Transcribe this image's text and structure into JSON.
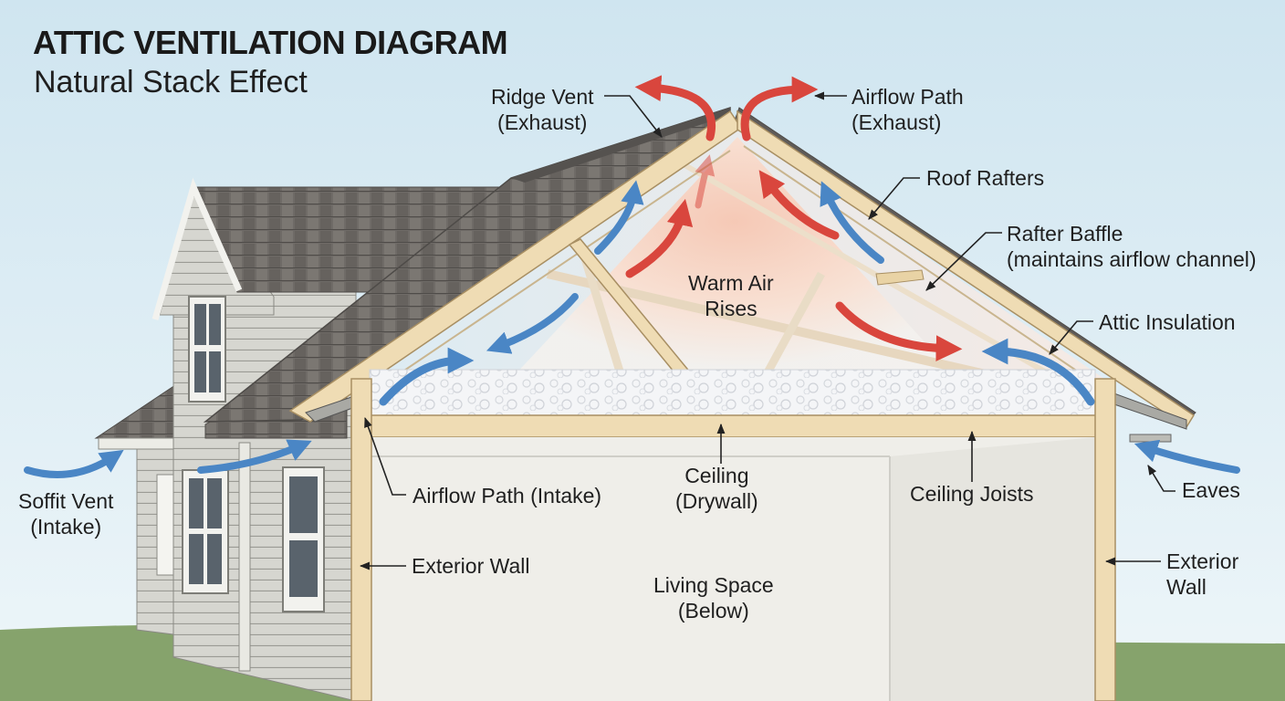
{
  "header": {
    "title": "ATTIC VENTILATION DIAGRAM",
    "subtitle": "Natural Stack Effect"
  },
  "labels": {
    "ridge_vent": [
      "Ridge Vent",
      "(Exhaust)"
    ],
    "airflow_exhaust": [
      "Airflow Path",
      "(Exhaust)"
    ],
    "roof_rafters": "Roof Rafters",
    "rafter_baffle": [
      "Rafter Baffle",
      "(maintains airflow channel)"
    ],
    "attic_insulation": "Attic Insulation",
    "warm_air": [
      "Warm Air",
      "Rises"
    ],
    "soffit_vent": [
      "Soffit Vent",
      "(Intake)"
    ],
    "airflow_intake": "Airflow Path (Intake)",
    "ceiling": [
      "Ceiling",
      "(Drywall)"
    ],
    "ceiling_joists": "Ceiling Joists",
    "eaves": "Eaves",
    "exterior_wall_left": "Exterior Wall",
    "exterior_wall_right": [
      "Exterior",
      "Wall"
    ],
    "living_space": [
      "Living Space",
      "(Below)"
    ]
  },
  "colors": {
    "sky": "#dfeef5",
    "roof_shingles": "#6e6a66",
    "siding": "#d3d3cd",
    "lumber": "#efdcb4",
    "insulation": "#f4f5f7",
    "wall_interior": "#efeee9",
    "cool_air_arrow": "#4a86c5",
    "warm_air_arrow": "#d9463d",
    "ground": "#86a36c"
  }
}
